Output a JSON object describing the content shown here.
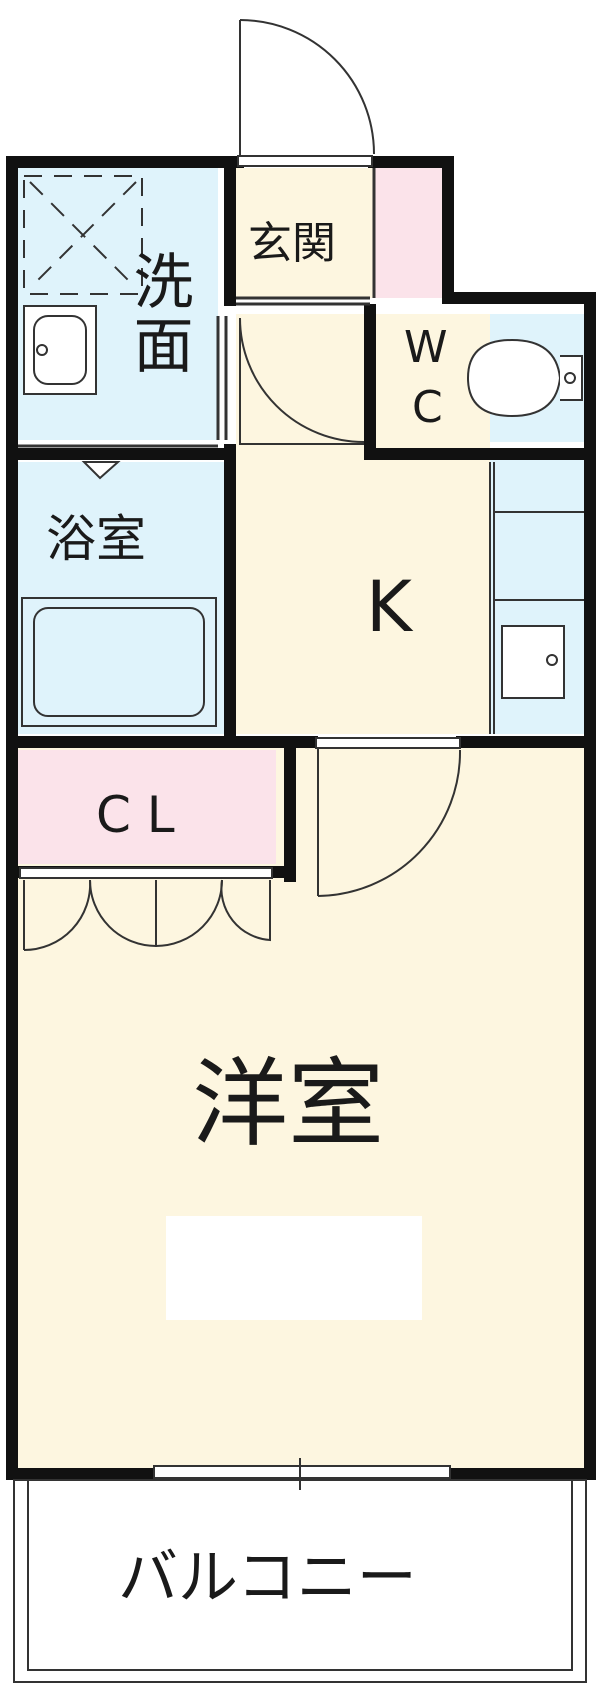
{
  "rooms": {
    "genkan": "玄関",
    "senmen": "洗面",
    "wc_w": "W",
    "wc_c": "C",
    "yokushitsu": "浴室",
    "kitchen": "K",
    "closet": "C L",
    "yoshitsu": "洋室",
    "balcony": "バルコニー"
  },
  "colors": {
    "wall": "#111111",
    "wet_area": "#dff3fb",
    "dry_area": "#fdf6e0",
    "storage": "#fbe3ea",
    "white": "#ffffff"
  }
}
